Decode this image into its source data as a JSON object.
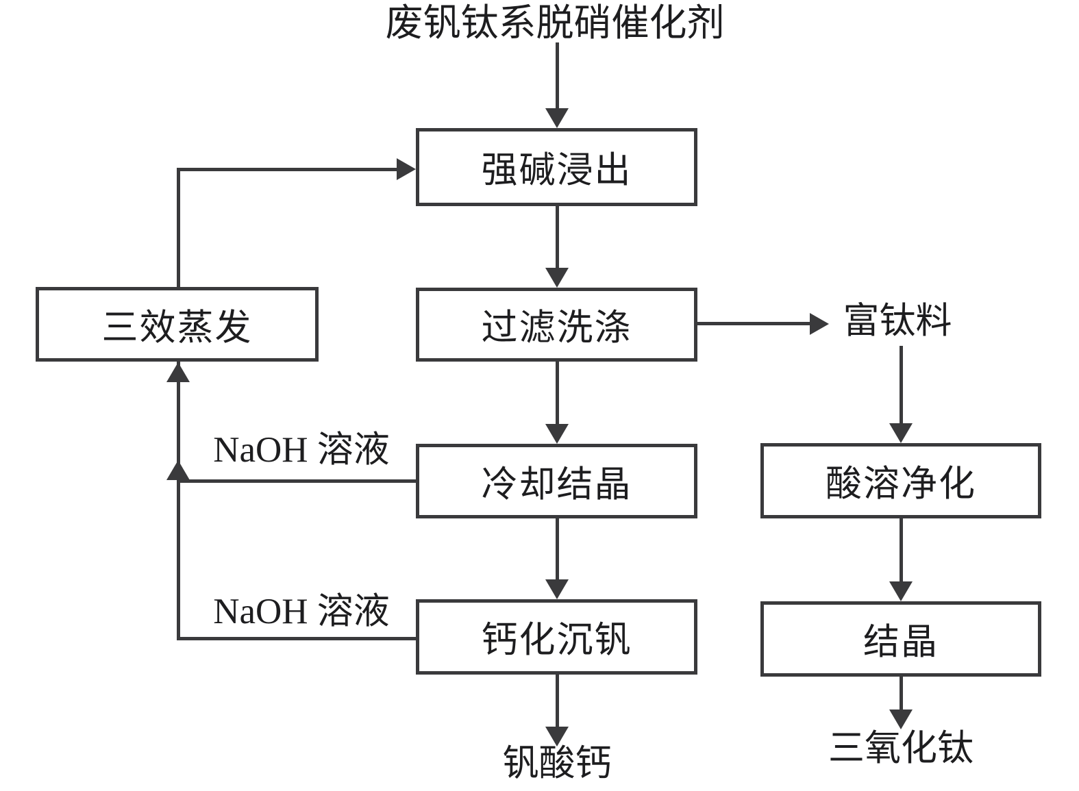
{
  "source_label": "废钒钛系脱硝催化剂",
  "nodes": {
    "alkali_leaching": "强碱浸出",
    "filter_washing": "过滤洗涤",
    "triple_effect_evaporation": "三效蒸发",
    "cooling_crystallization": "冷却结晶",
    "calcification_vanadium_precipitation": "钙化沉钒",
    "acid_dissolution_purification": "酸溶净化",
    "crystallization": "结晶"
  },
  "outputs": {
    "titanium_rich_material": "富钛料",
    "calcium_vanadate": "钒酸钙",
    "titanium_trioxide": "三氧化钛"
  },
  "edge_labels": {
    "naoh_solution_1": "NaOH 溶液",
    "naoh_solution_2": "NaOH 溶液"
  },
  "edges": [
    {
      "from": "废钒钛系脱硝催化剂",
      "to": "强碱浸出"
    },
    {
      "from": "三效蒸发",
      "to": "强碱浸出"
    },
    {
      "from": "强碱浸出",
      "to": "过滤洗涤"
    },
    {
      "from": "过滤洗涤",
      "to": "富钛料"
    },
    {
      "from": "过滤洗涤",
      "to": "冷却结晶"
    },
    {
      "from": "冷却结晶",
      "to": "三效蒸发",
      "label": "NaOH 溶液"
    },
    {
      "from": "冷却结晶",
      "to": "钙化沉钒"
    },
    {
      "from": "钙化沉钒",
      "to": "三效蒸发",
      "label": "NaOH 溶液"
    },
    {
      "from": "钙化沉钒",
      "to": "钒酸钙"
    },
    {
      "from": "富钛料",
      "to": "酸溶净化"
    },
    {
      "from": "酸溶净化",
      "to": "结晶"
    },
    {
      "from": "结晶",
      "to": "三氧化钛"
    }
  ],
  "colors": {
    "line": "#3a3a3c",
    "text": "#1d1d1f",
    "background": "#ffffff"
  }
}
